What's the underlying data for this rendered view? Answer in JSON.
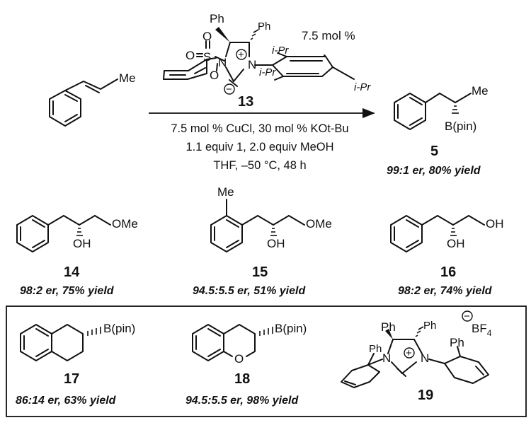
{
  "catalyst": {
    "loading": "7.5 mol %",
    "number": "13",
    "ph_a": "Ph",
    "ph_b": "Ph",
    "ipr_a": "i-Pr",
    "ipr_b": "i-Pr",
    "ipr_c": "i-Pr",
    "atom_s": "S",
    "atom_o1": "O",
    "atom_o2": "O",
    "atom_o3": "O",
    "atom_n1": "N",
    "atom_n2": "N",
    "plus": "+",
    "minus": "−"
  },
  "substrate": {
    "me": "Me"
  },
  "conditions": [
    "7.5 mol % CuCl, 30 mol % KOt-Bu",
    "1.1 equiv 1, 2.0 equiv MeOH",
    "THF, –50 °C, 48 h"
  ],
  "product5": {
    "number": "5",
    "me": "Me",
    "bpin": "B(pin)",
    "result": "99:1 er, 80% yield"
  },
  "product14": {
    "number": "14",
    "ome": "OMe",
    "oh": "OH",
    "result": "98:2 er, 75% yield"
  },
  "product15": {
    "number": "15",
    "me": "Me",
    "ome": "OMe",
    "oh": "OH",
    "result": "94.5:5.5 er, 51% yield"
  },
  "product16": {
    "number": "16",
    "oh1": "OH",
    "oh2": "OH",
    "result": "98:2 er, 74% yield"
  },
  "product17": {
    "number": "17",
    "bpin": "B(pin)",
    "result": "86:14 er, 63% yield"
  },
  "product18": {
    "number": "18",
    "bpin": "B(pin)",
    "o": "O",
    "result": "94.5:5.5 er, 98% yield"
  },
  "compound19": {
    "number": "19",
    "ph_a": "Ph",
    "ph_b": "Ph",
    "ph_c": "Ph",
    "ph_d": "Ph",
    "n1": "N",
    "n2": "N",
    "plus": "+",
    "minus": "−",
    "counterion": "BF",
    "counterion_sub": "4"
  }
}
